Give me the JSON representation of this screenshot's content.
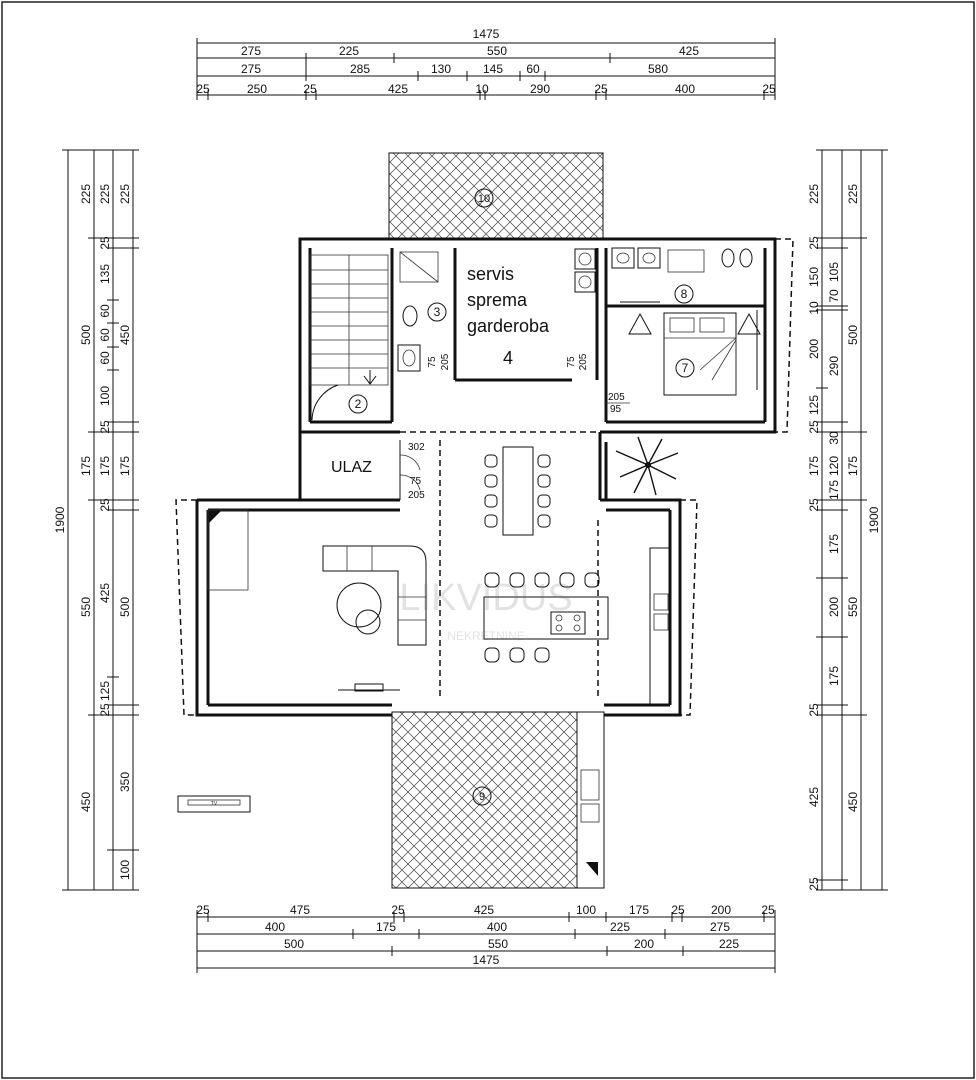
{
  "overall_dims": {
    "width_top": "1475",
    "width_bottom": "1475",
    "height_left": "1900",
    "height_right": "1900"
  },
  "top_dims": {
    "row1": [
      "275",
      "225",
      "550",
      "425"
    ],
    "row2": [
      "275",
      "285",
      "130",
      "145",
      "60",
      "580"
    ],
    "row3": [
      "25",
      "250",
      "25",
      "425",
      "10",
      "290",
      "25",
      "400",
      "25"
    ]
  },
  "bottom_dims": {
    "row1": [
      "25",
      "475",
      "25",
      "425",
      "100",
      "175",
      "25",
      "200",
      "25"
    ],
    "row2": [
      "400",
      "175",
      "400",
      "225",
      "275"
    ],
    "row3": [
      "500",
      "550",
      "200",
      "225"
    ]
  },
  "left_dims": {
    "col1": [
      "225",
      "500",
      "175",
      "550",
      "450"
    ],
    "col2": [
      "225",
      "25",
      "135",
      "60",
      "60",
      "60",
      "100",
      "25",
      "175",
      "25",
      "425",
      "125",
      "25",
      "350",
      "100"
    ],
    "col3": [
      "225",
      "450",
      "175",
      "500"
    ]
  },
  "right_dims": {
    "col1": [
      "225",
      "25",
      "150",
      "10",
      "200",
      "125",
      "25",
      "175",
      "25",
      "175",
      "200",
      "175",
      "25",
      "425",
      "25"
    ],
    "col2": [
      "105",
      "70",
      "290",
      "30",
      "120",
      "175"
    ],
    "col3": [
      "225",
      "500",
      "175",
      "550",
      "450"
    ]
  },
  "rooms": {
    "servis": {
      "lines": [
        "servis",
        "sprema",
        "garderoba"
      ],
      "number": "4"
    },
    "entrance": "ULAZ",
    "r2": "2",
    "r3": "3",
    "r7": "7",
    "r8": "8",
    "r9": "9",
    "r10": "10"
  },
  "door_labels": {
    "d1a": "75",
    "d1b": "205",
    "d2a": "75",
    "d2b": "205",
    "d3a": "205",
    "d3b": "95",
    "d4a": "302",
    "d4b": "75",
    "d4c": "205"
  },
  "tv_label": "TV",
  "watermark": {
    "brand": "LIKVIDUS",
    "tagline": "NEKRETNINE"
  }
}
